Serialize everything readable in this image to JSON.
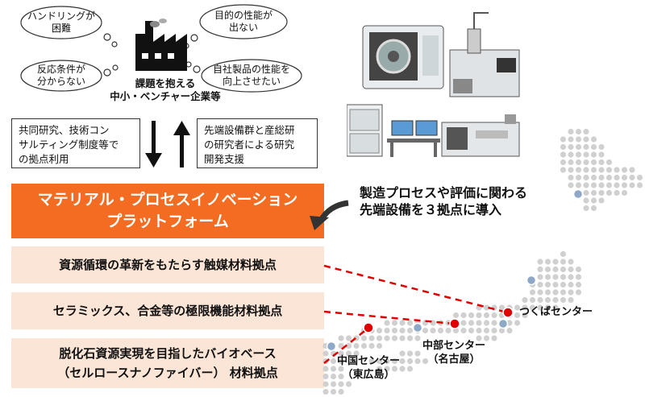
{
  "challenges": {
    "cloud1": [
      "ハンドリングが",
      "困難"
    ],
    "cloud2": [
      "目的の性能が",
      "出ない"
    ],
    "cloud3": [
      "反応条件が",
      "分からない"
    ],
    "cloud4": [
      "自社製品の性能を",
      "向上させたい"
    ],
    "factory_caption": [
      "課題を抱える",
      "中小・ベンチャー企業等"
    ]
  },
  "support": {
    "left_box": [
      "共同研究、技術コン",
      "サルティング制度等で",
      "の拠点利用"
    ],
    "right_box": [
      "先端設備群と産総研",
      "の研究者による研究",
      "開発支援"
    ]
  },
  "platform": {
    "title_line1": "マテリアル・プロセスイノベーション",
    "title_line2": "プラットフォーム"
  },
  "hubs": [
    {
      "lines": [
        "資源循環の革新をもたらす触媒材料拠点"
      ]
    },
    {
      "lines": [
        "セラミックス、合金等の極限機能材料拠点"
      ]
    },
    {
      "lines": [
        "脱化石資源実現を目指したバイオベース",
        "（セルロースナノファイバー） 材料拠点"
      ]
    }
  ],
  "equipment_intro": [
    "製造プロセスや評価に関わる",
    "先端設備を３拠点に導入"
  ],
  "centers": {
    "tsukuba": "つくばセンター",
    "chubu": [
      "中部センター",
      "（名古屋）"
    ],
    "chugoku": [
      "中国センター",
      "（東広島）"
    ]
  },
  "colors": {
    "accent": "#f36c21",
    "hub_fill": "#fbe5d6",
    "connector": "#e00000",
    "map_dot": "#d0d0d0"
  }
}
